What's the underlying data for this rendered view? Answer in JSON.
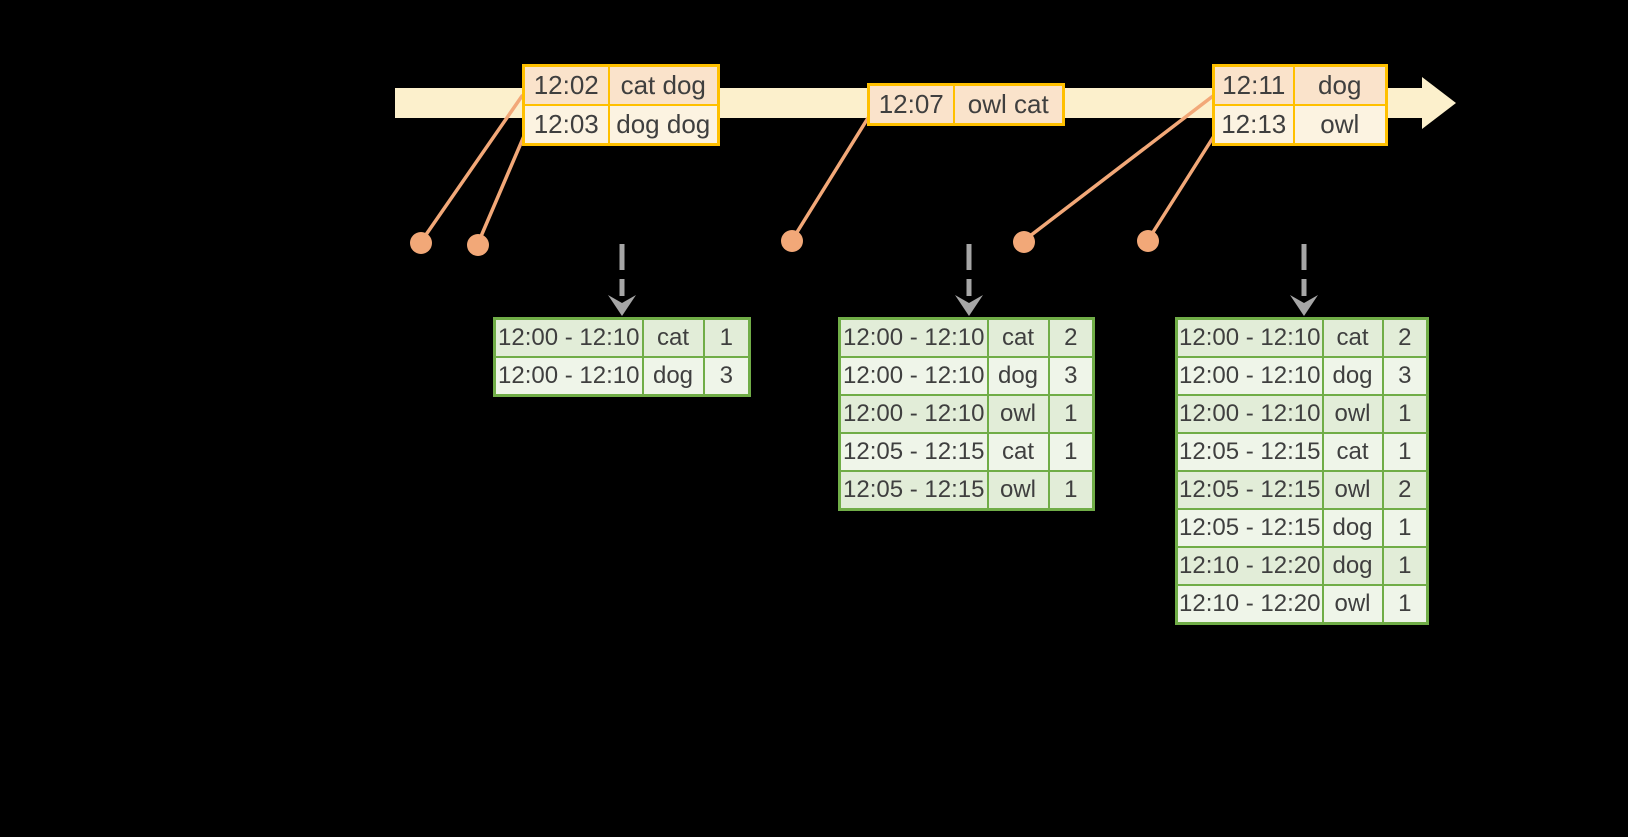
{
  "colors": {
    "background": "#000000",
    "timeline_fill": "#FCF0CC",
    "event_table_border": "#FFC000",
    "event_row_dark": "#FAE3CB",
    "event_row_light": "#FCF3E1",
    "connector_salmon": "#F2A878",
    "result_table_border": "#70AD47",
    "result_row_dark": "#E2EDD8",
    "result_row_light": "#EFF5E9",
    "trigger_arrow_gray": "#A6A6A6",
    "text": "#3F3F3F"
  },
  "icons": {
    "timeline_arrow": "right-block-arrow",
    "trigger_arrow": "dashed-down-arrow",
    "event_marker": "filled-dot"
  },
  "event_tables": [
    {
      "rows": [
        [
          "12:02",
          "cat dog"
        ],
        [
          "12:03",
          "dog dog"
        ]
      ]
    },
    {
      "rows": [
        [
          "12:07",
          "owl cat"
        ]
      ]
    },
    {
      "rows": [
        [
          "12:11",
          "dog"
        ],
        [
          "12:13",
          "owl"
        ]
      ]
    }
  ],
  "result_tables": [
    {
      "rows": [
        [
          "12:00 - 12:10",
          "cat",
          "1"
        ],
        [
          "12:00 - 12:10",
          "dog",
          "3"
        ]
      ]
    },
    {
      "rows": [
        [
          "12:00 - 12:10",
          "cat",
          "2"
        ],
        [
          "12:00 - 12:10",
          "dog",
          "3"
        ],
        [
          "12:00 - 12:10",
          "owl",
          "1"
        ],
        [
          "12:05 - 12:15",
          "cat",
          "1"
        ],
        [
          "12:05 - 12:15",
          "owl",
          "1"
        ]
      ]
    },
    {
      "rows": [
        [
          "12:00 - 12:10",
          "cat",
          "2"
        ],
        [
          "12:00 - 12:10",
          "dog",
          "3"
        ],
        [
          "12:00 - 12:10",
          "owl",
          "1"
        ],
        [
          "12:05 - 12:15",
          "cat",
          "1"
        ],
        [
          "12:05 - 12:15",
          "owl",
          "2"
        ],
        [
          "12:05 - 12:15",
          "dog",
          "1"
        ],
        [
          "12:10 - 12:20",
          "dog",
          "1"
        ],
        [
          "12:10 - 12:20",
          "owl",
          "1"
        ]
      ]
    }
  ]
}
